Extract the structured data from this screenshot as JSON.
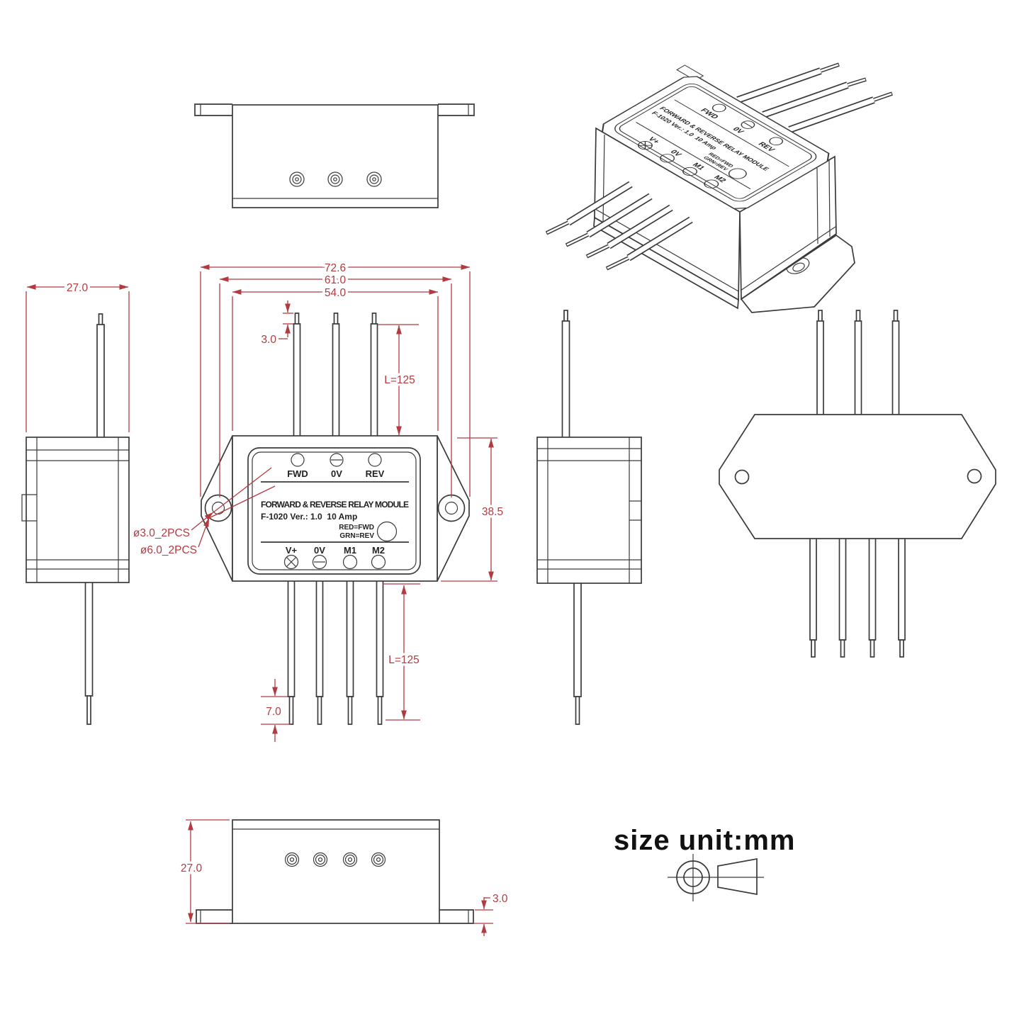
{
  "module": {
    "title": "FORWARD & REVERSE RELAY MODULE",
    "model": "F-1020 Ver.: 1.0  10 Amp",
    "led_note1": "RED=FWD",
    "led_note2": "GRN=REV",
    "terminals_top": [
      "FWD",
      "0V",
      "REV"
    ],
    "terminals_bottom": [
      "V+",
      "0V",
      "M1",
      "M2"
    ]
  },
  "dims": {
    "overall_width": "72.6",
    "hole_pitch": "61.0",
    "body_width": "54.0",
    "tip_top": "3.0",
    "wire_top": "L=125",
    "body_height": "38.5",
    "side_depth": "27.0",
    "hole_small": "ø3.0_2PCS",
    "hole_big": "ø6.0_2PCS",
    "wire_bottom": "L=125",
    "tip_bottom": "7.0",
    "bottom_depth": "27.0",
    "tab_thick": "3.0"
  },
  "note": {
    "unit": "size unit:mm"
  },
  "colors": {
    "line": "#3a3a3a",
    "dimension": "#b23b40"
  }
}
